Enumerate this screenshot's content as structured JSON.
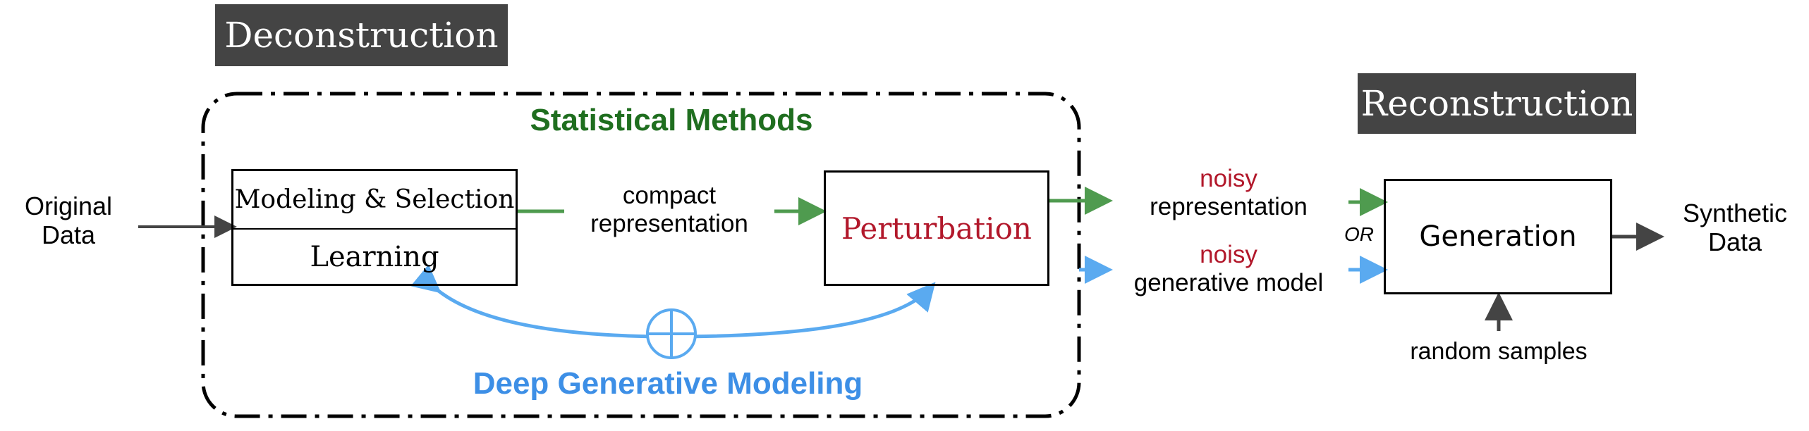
{
  "colors": {
    "green": "#1f6e1f",
    "green_arrow": "#4f9b4f",
    "blue": "#3d8fe6",
    "blue_arrow": "#5aaaf0",
    "red": "#b2182b",
    "dark": "#444444",
    "tag_bg": "#444444"
  },
  "labels": {
    "deconstruction": "Deconstruction",
    "reconstruction": "Reconstruction",
    "original_data": [
      "Original",
      "Data"
    ],
    "statistical_methods": "Statistical Methods",
    "deep_generative_modeling": "Deep Generative Modeling",
    "modeling_selection": "Modeling & Selection",
    "learning": "Learning",
    "compact_representation": [
      "compact",
      "representation"
    ],
    "perturbation": "Perturbation",
    "noisy_representation": [
      "noisy",
      "representation"
    ],
    "noisy_generative_model": [
      "noisy",
      "generative model"
    ],
    "or": "OR",
    "generation": "Generation",
    "random_samples": "random samples",
    "synthetic_data": [
      "Synthetic",
      "Data"
    ]
  },
  "icons": {
    "combine": "circled-plus-icon"
  }
}
